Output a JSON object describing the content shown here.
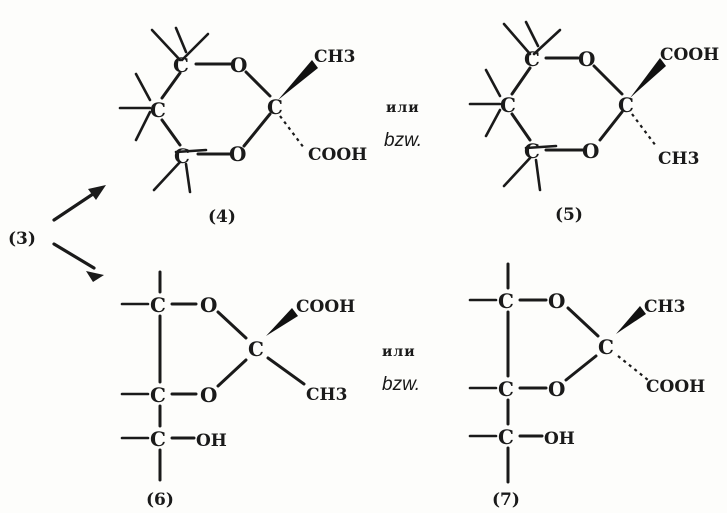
{
  "compounds": {
    "c3": {
      "label": "(3)"
    },
    "c4": {
      "label": "(4)",
      "substituent_top": "CH3",
      "substituent_bottom": "COOH"
    },
    "c5": {
      "label": "(5)",
      "substituent_top": "COOH",
      "substituent_bottom": "CH3"
    },
    "c6": {
      "label": "(6)",
      "substituent_top": "COOH",
      "substituent_bottom": "CH3",
      "chain_end": "OH"
    },
    "c7": {
      "label": "(7)",
      "substituent_top": "CH3",
      "substituent_bottom": "COOH",
      "chain_end": "OH"
    }
  },
  "atoms": {
    "carbon": "C",
    "oxygen": "O"
  },
  "connectors": {
    "top": {
      "cyrillic": "или",
      "german": "bzw."
    },
    "bottom": {
      "cyrillic": "или",
      "german": "bzw."
    }
  }
}
